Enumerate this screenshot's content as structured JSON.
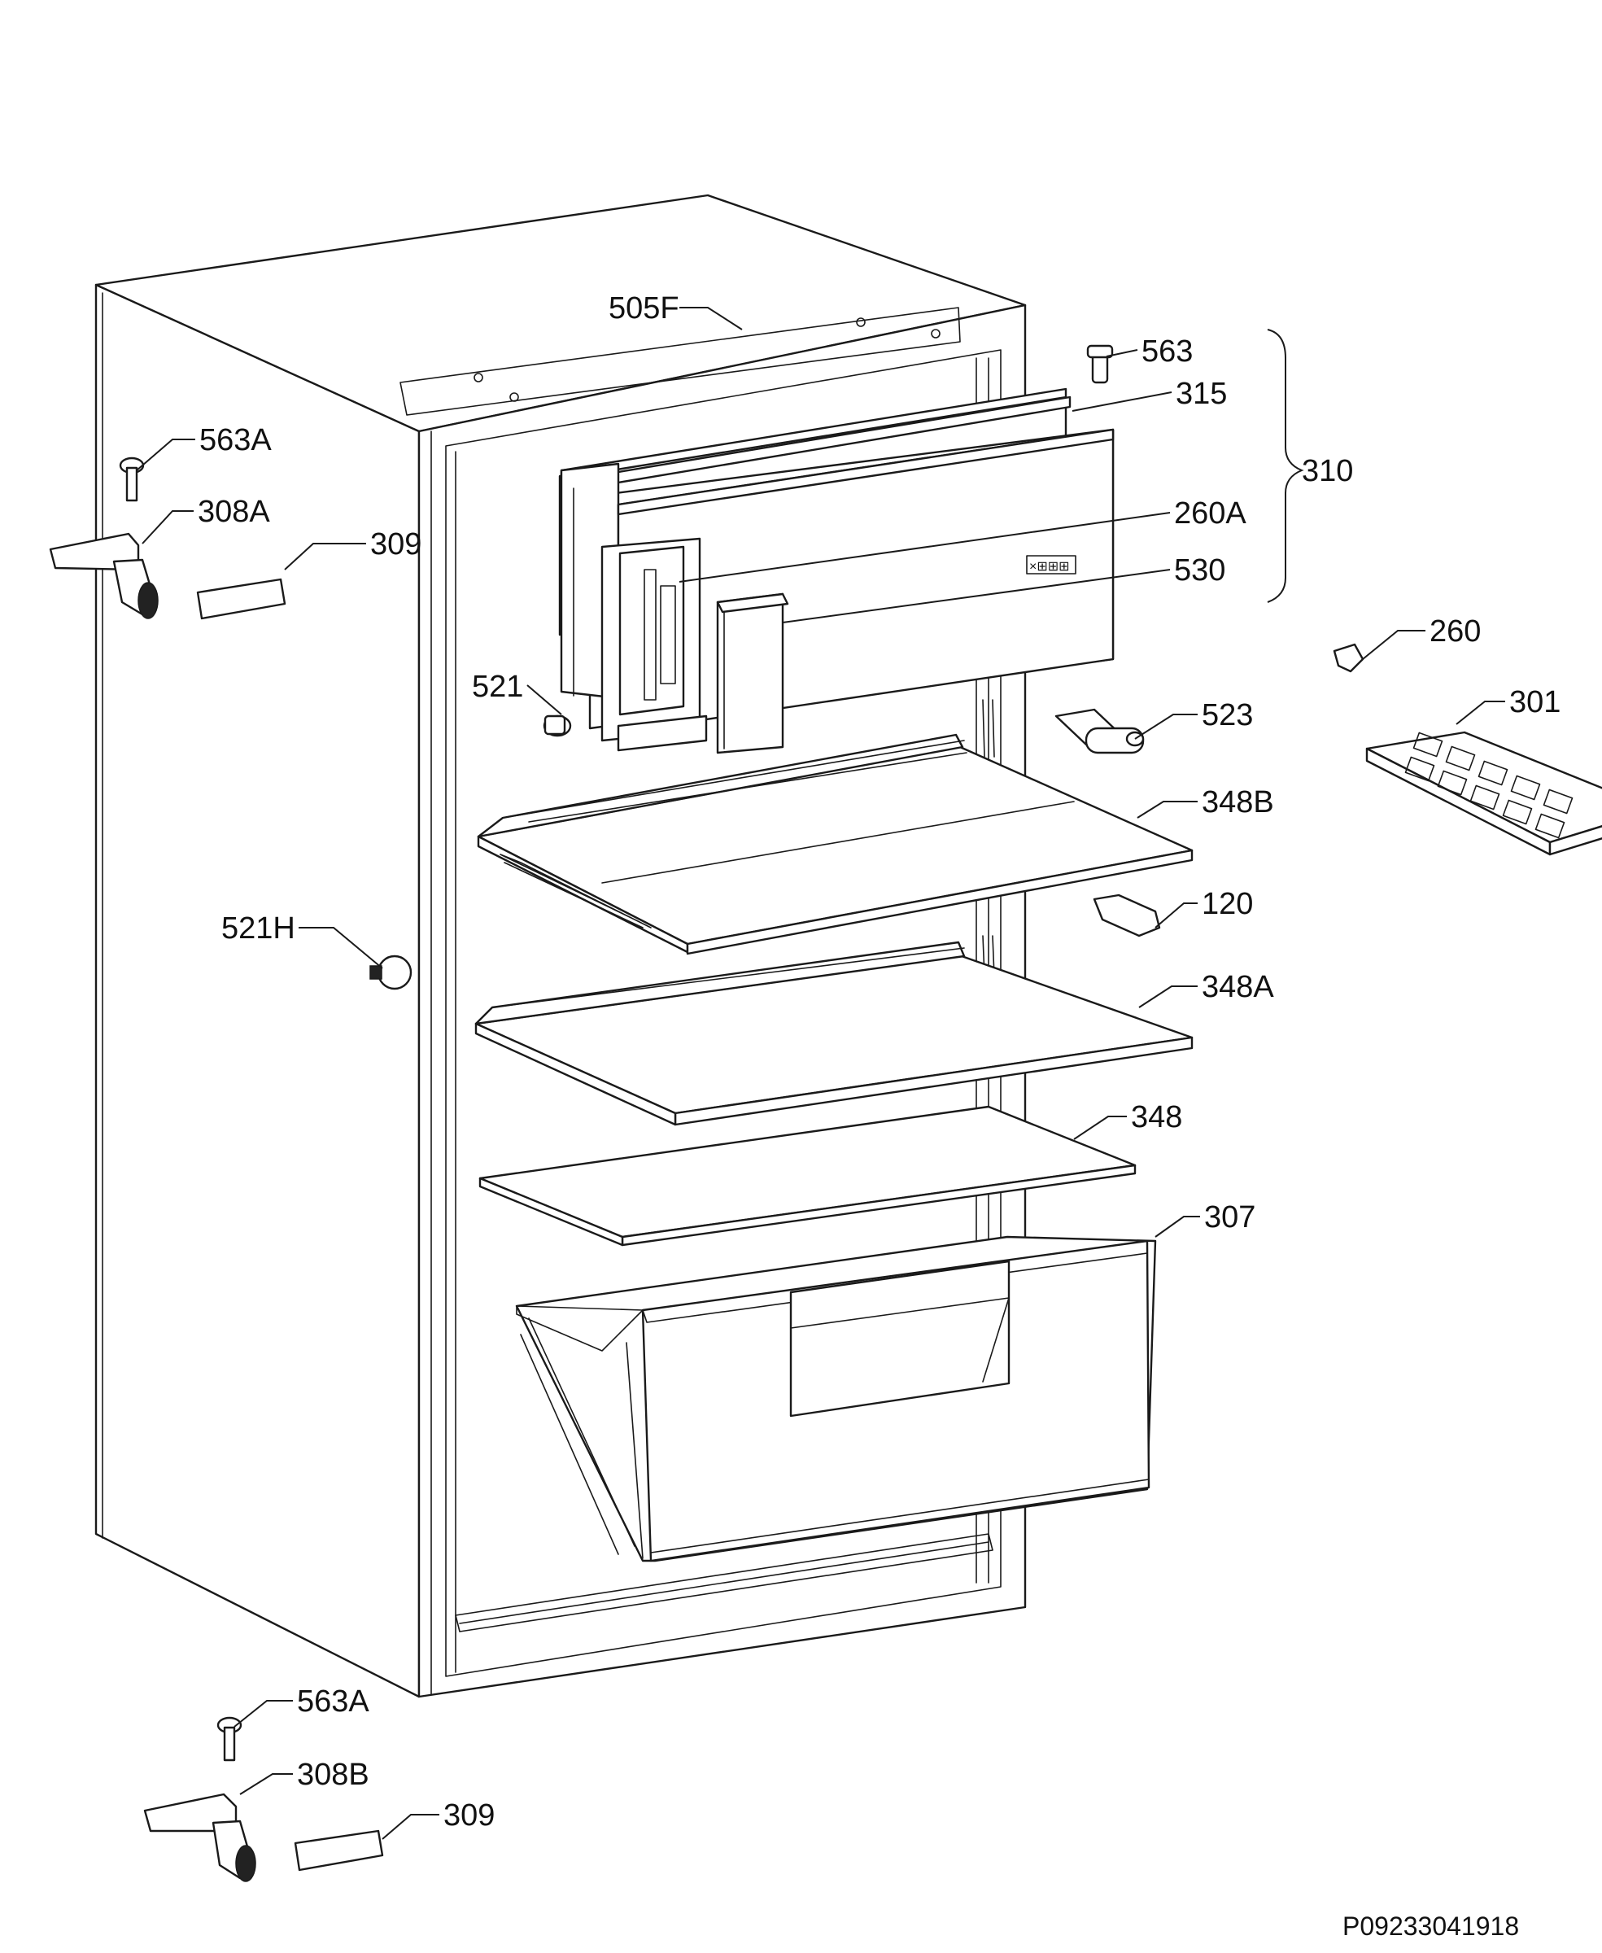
{
  "diagram": {
    "reference_code": "P09233041918",
    "callouts": [
      {
        "id": "505F",
        "text": "505F"
      },
      {
        "id": "563",
        "text": "563"
      },
      {
        "id": "315",
        "text": "315"
      },
      {
        "id": "310",
        "text": "310"
      },
      {
        "id": "563A_top",
        "text": "563A"
      },
      {
        "id": "308A",
        "text": "308A"
      },
      {
        "id": "309_top",
        "text": "309"
      },
      {
        "id": "260A",
        "text": "260A"
      },
      {
        "id": "530",
        "text": "530"
      },
      {
        "id": "260",
        "text": "260"
      },
      {
        "id": "521",
        "text": "521"
      },
      {
        "id": "523",
        "text": "523"
      },
      {
        "id": "301",
        "text": "301"
      },
      {
        "id": "348B",
        "text": "348B"
      },
      {
        "id": "120",
        "text": "120"
      },
      {
        "id": "521H",
        "text": "521H"
      },
      {
        "id": "348A",
        "text": "348A"
      },
      {
        "id": "348",
        "text": "348"
      },
      {
        "id": "307",
        "text": "307"
      },
      {
        "id": "563A_bottom",
        "text": "563A"
      },
      {
        "id": "308B",
        "text": "308B"
      },
      {
        "id": "309_bottom",
        "text": "309"
      }
    ]
  }
}
